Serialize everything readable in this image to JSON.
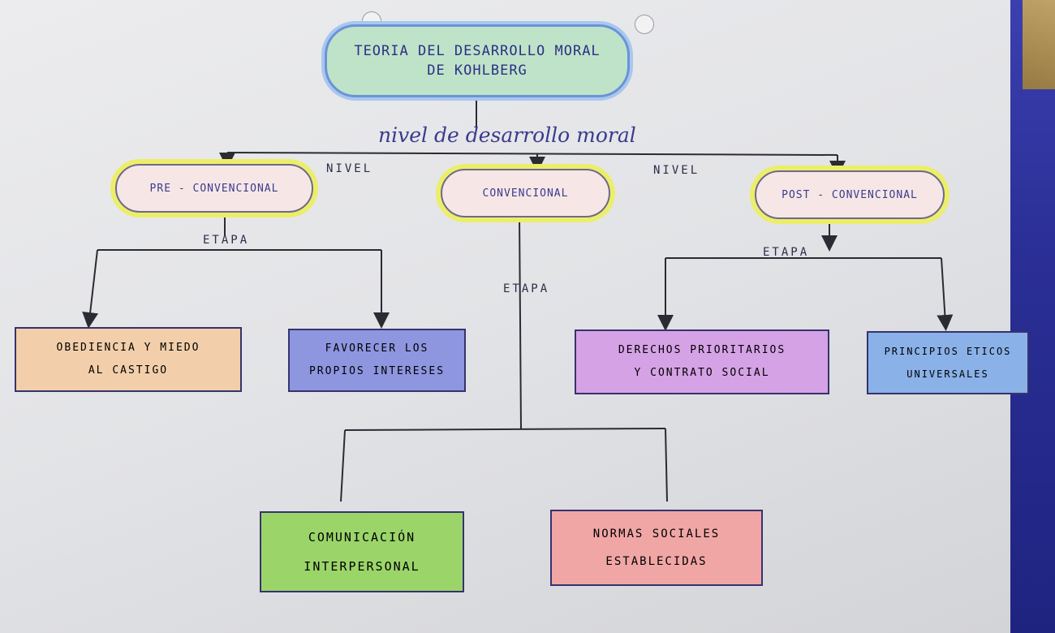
{
  "title": {
    "line1": "Teoria del desarrollo moral",
    "line2": "de Kohlberg"
  },
  "subtitle": "nivel de desarrollo moral",
  "connector_labels": {
    "nivel_left": "NIVEL",
    "nivel_right": "NIVEL",
    "etapa_left": "ETAPA",
    "etapa_center": "ETAPA",
    "etapa_right": "ETAPA"
  },
  "levels": [
    {
      "id": "pre",
      "label": "Pre - convencional"
    },
    {
      "id": "conv",
      "label": "Convencional"
    },
    {
      "id": "post",
      "label": "Post - convencional"
    }
  ],
  "stages": [
    {
      "level": "pre",
      "line1": "Obediencia y miedo",
      "line2": "al castigo",
      "fill": "#f2cfaa"
    },
    {
      "level": "pre",
      "line1": "Favorecer los",
      "line2": "propios intereses",
      "fill": "#8e96e0"
    },
    {
      "level": "conv",
      "line1": "Comunicación",
      "line2": "Interpersonal",
      "fill": "#9bd56a"
    },
    {
      "level": "conv",
      "line1": "Normas sociales",
      "line2": "establecidas",
      "fill": "#f1a6a6"
    },
    {
      "level": "post",
      "line1": "Derechos prioritarios",
      "line2": "y contrato social",
      "fill": "#d6a2e6"
    },
    {
      "level": "post",
      "line1": "Principios eticos",
      "line2": "universales",
      "fill": "#8ab1e8"
    }
  ],
  "colors": {
    "ink": "#2d2f86",
    "line": "#2b2b33",
    "cloud_halo": "#ecee6a",
    "title_fill": "#bfe3c8"
  }
}
